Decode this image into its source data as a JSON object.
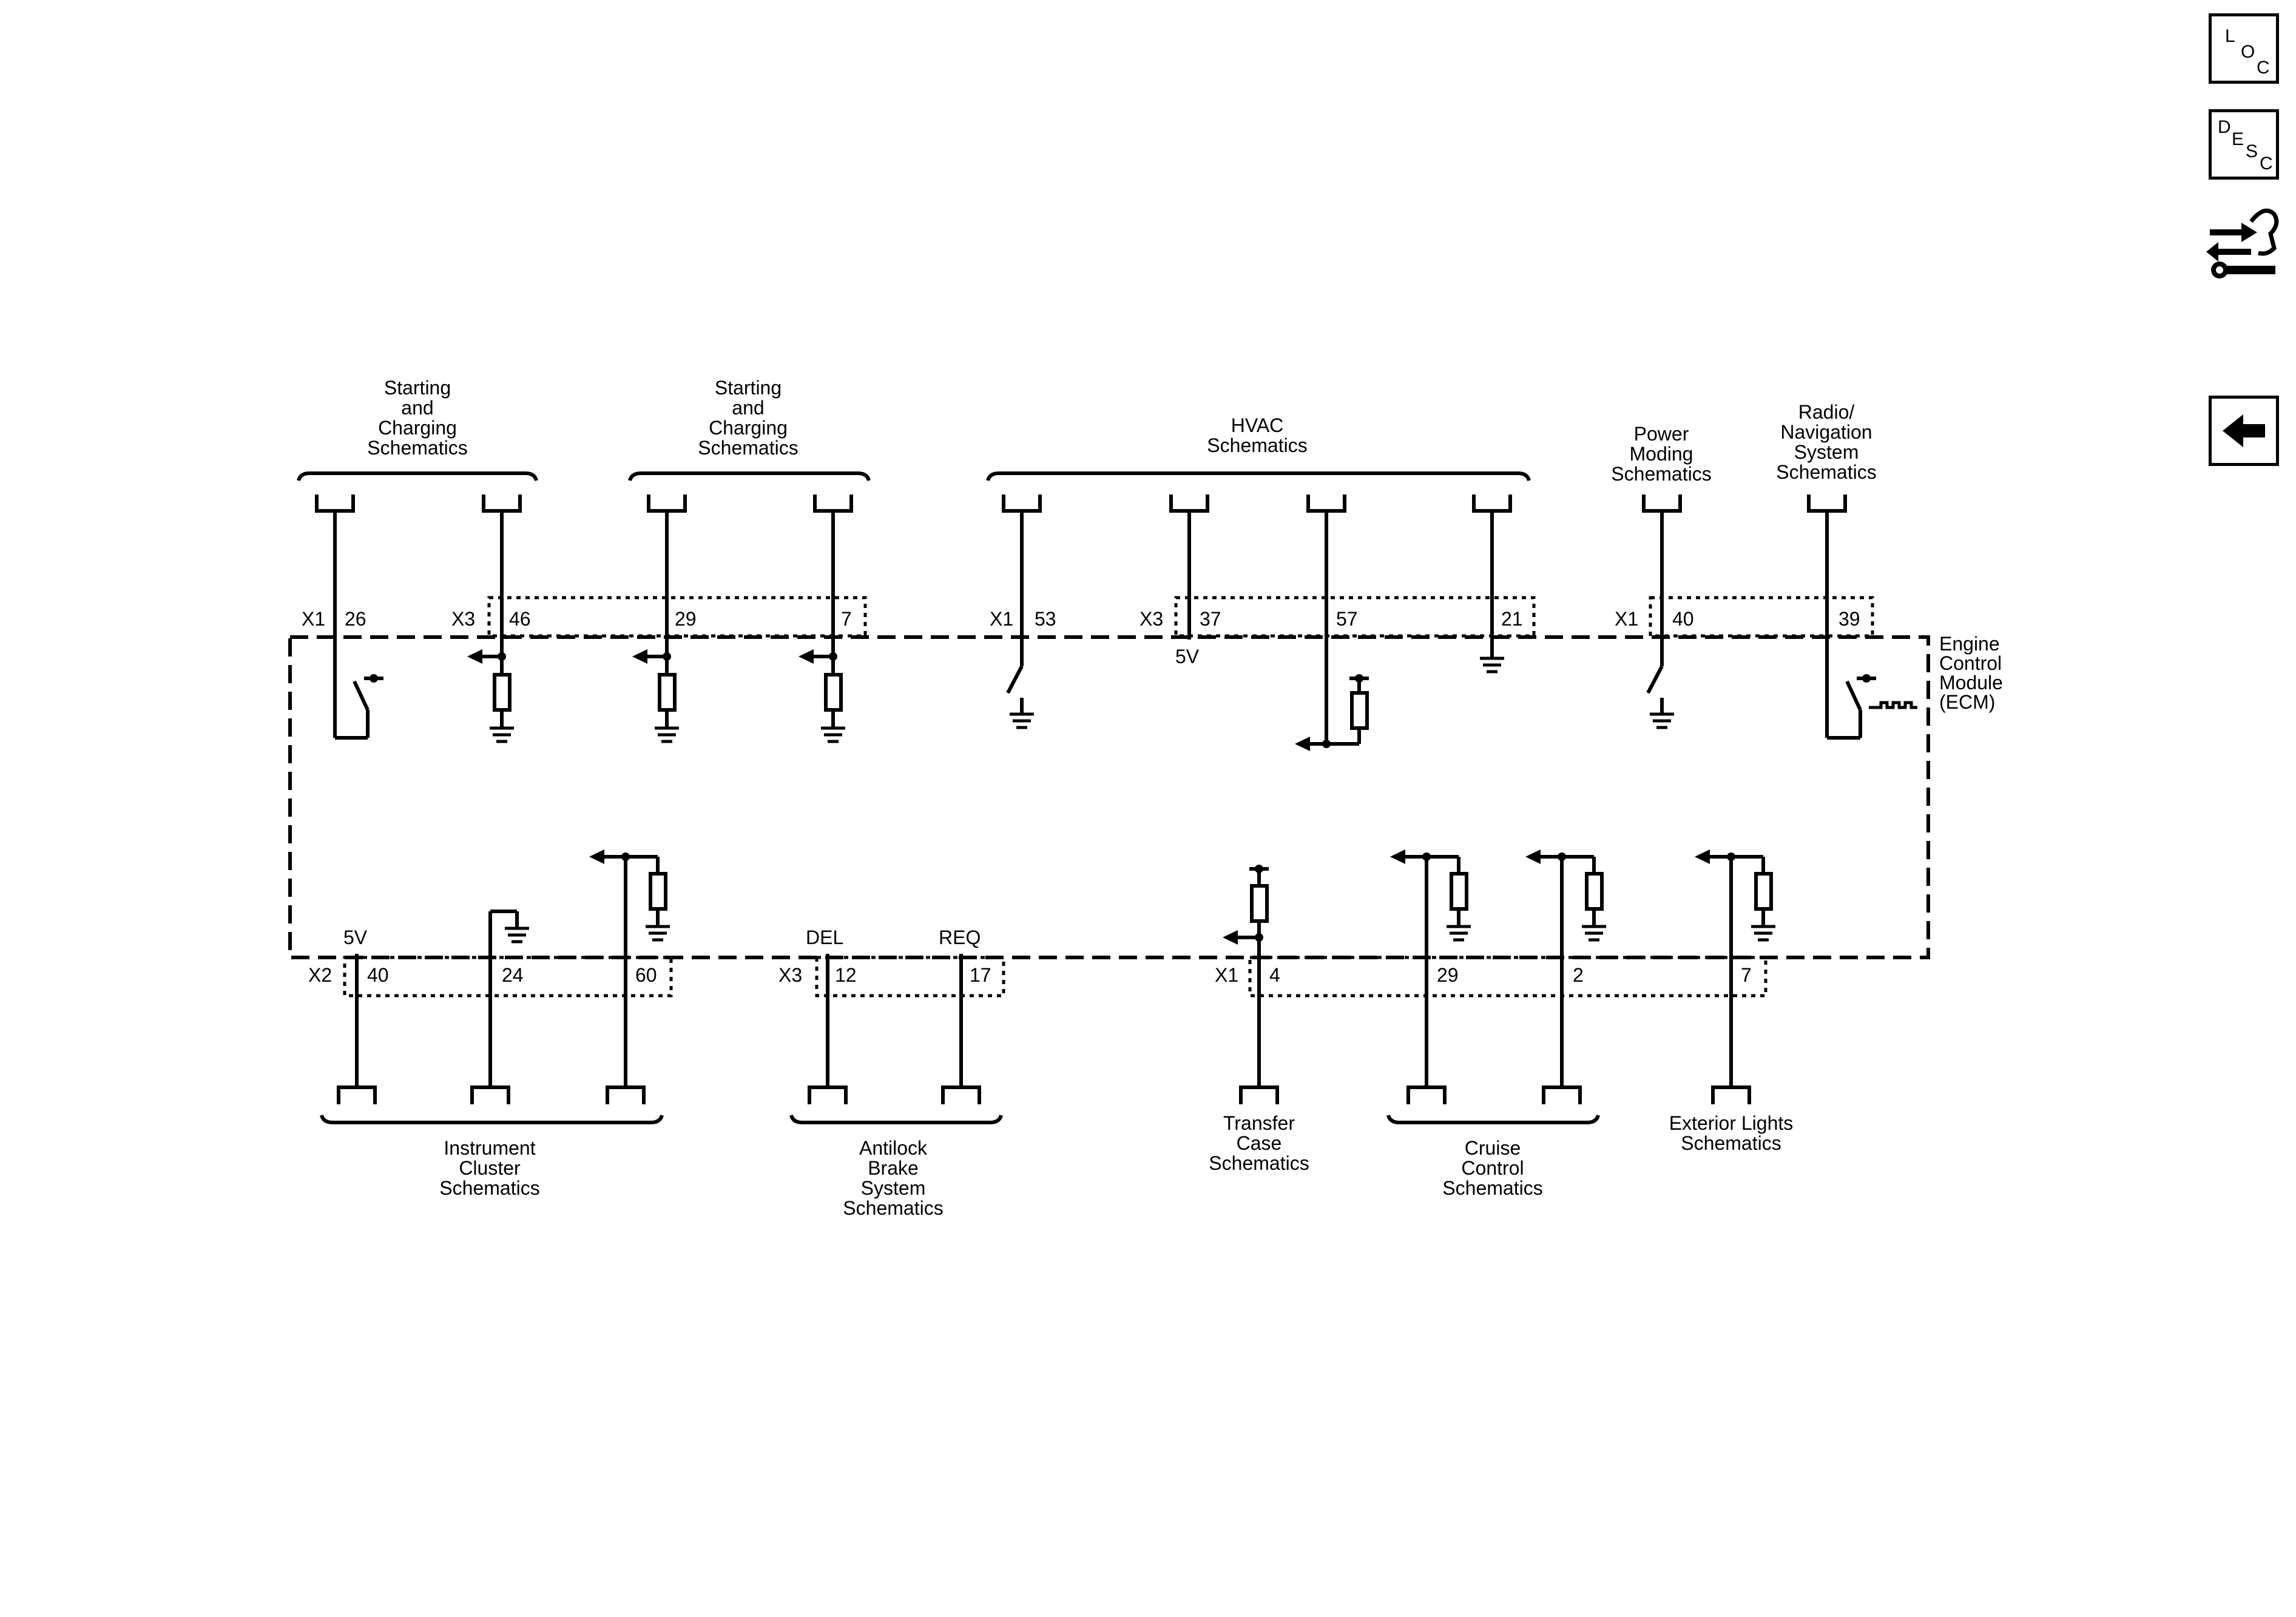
{
  "nav": {
    "loc": [
      "L",
      "O",
      "C"
    ],
    "desc": [
      "D",
      "E",
      "S",
      "C"
    ]
  },
  "module": {
    "lines": [
      "Engine",
      "Control",
      "Module",
      "(ECM)"
    ]
  },
  "top_groups": [
    {
      "lines": [
        "Starting",
        "and",
        "Charging",
        "Schematics"
      ]
    },
    {
      "lines": [
        "Starting",
        "and",
        "Charging",
        "Schematics"
      ]
    },
    {
      "lines": [
        "HVAC",
        "Schematics"
      ]
    },
    {
      "lines": [
        "Power",
        "Moding",
        "Schematics"
      ]
    },
    {
      "lines": [
        "Radio/",
        "Navigation",
        "System",
        "Schematics"
      ]
    }
  ],
  "top_pins": [
    {
      "connector": "X1",
      "pin": "26"
    },
    {
      "connector": "X3",
      "pin": "46"
    },
    {
      "pin": "29"
    },
    {
      "pin": "7"
    },
    {
      "connector": "X1",
      "pin": "53"
    },
    {
      "connector": "X3",
      "pin": "37",
      "note": "5V"
    },
    {
      "pin": "57"
    },
    {
      "pin": "21"
    },
    {
      "connector": "X1",
      "pin": "40"
    },
    {
      "pin": "39"
    }
  ],
  "bottom_pins": [
    {
      "connector": "X2",
      "pin": "40",
      "note": "5V"
    },
    {
      "pin": "24"
    },
    {
      "pin": "60"
    },
    {
      "connector": "X3",
      "pin": "12",
      "note": "DEL"
    },
    {
      "pin": "17",
      "note": "REQ"
    },
    {
      "connector": "X1",
      "pin": "4"
    },
    {
      "pin": "29"
    },
    {
      "pin": "2"
    },
    {
      "pin": "7"
    }
  ],
  "bottom_groups": [
    {
      "lines": [
        "Instrument",
        "Cluster",
        "Schematics"
      ]
    },
    {
      "lines": [
        "Antilock",
        "Brake",
        "System",
        "Schematics"
      ]
    },
    {
      "lines": [
        "Transfer",
        "Case",
        "Schematics"
      ]
    },
    {
      "lines": [
        "Cruise",
        "Control",
        "Schematics"
      ]
    },
    {
      "lines": [
        "Exterior Lights",
        "Schematics"
      ]
    }
  ]
}
